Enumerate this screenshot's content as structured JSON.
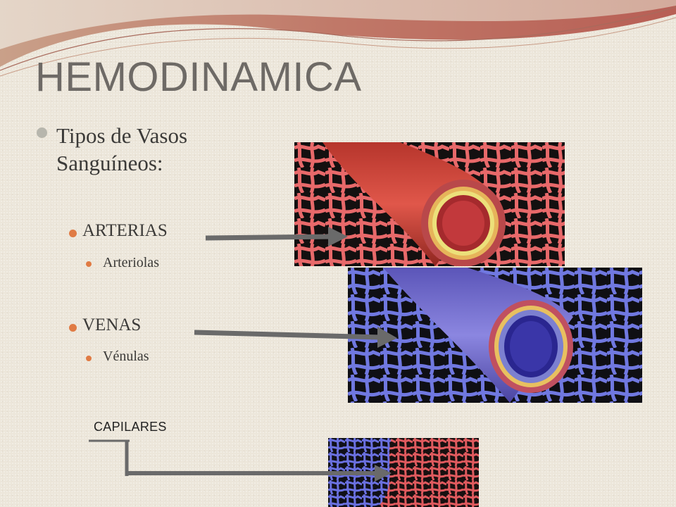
{
  "slide": {
    "title": "HEMODINAMICA",
    "bullet": "Tipos de Vasos Sanguíneos:",
    "items": [
      {
        "label": "ARTERIAS",
        "sub": "Arteriolas"
      },
      {
        "label": "VENAS",
        "sub": "Vénulas"
      }
    ],
    "capillaries_label": "CAPILARES"
  },
  "colors": {
    "title": "#6e6a66",
    "bullet_accent": "#e07b44",
    "artery": "#c0392b",
    "vein": "#6b62c9",
    "arrow": "#6a6a6a"
  },
  "icons": [
    "artery-illustration",
    "vein-illustration",
    "capillary-illustration"
  ]
}
